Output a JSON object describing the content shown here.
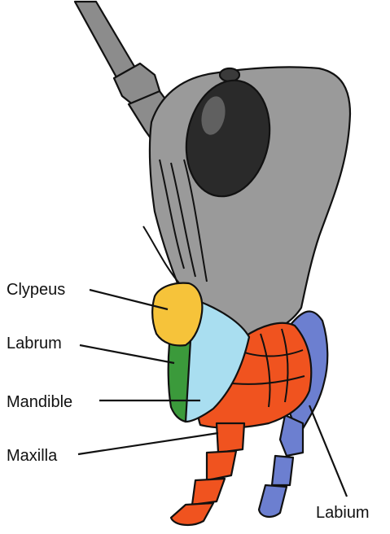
{
  "labels": {
    "clypeus": "Clypeus",
    "labrum": "Labrum",
    "mandible": "Mandible",
    "maxilla": "Maxilla",
    "labium": "Labium"
  },
  "colors": {
    "head": "#9a9a9a",
    "antenna": "#8c8c8c",
    "eye": "#2a2a2a",
    "clypeus": "#f6c33a",
    "labrum": "#3b9a3b",
    "mandible": "#a9def0",
    "maxilla": "#f0531f",
    "labium": "#6c7fd0",
    "outline": "#111111"
  }
}
